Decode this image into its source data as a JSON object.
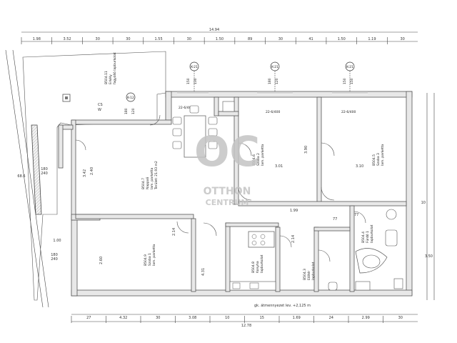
{
  "drawing": {
    "top_total_dim": "14.94",
    "top_dims": [
      "1.98",
      "3.52",
      "30",
      "30",
      "1.55",
      "30",
      "1.50",
      "89",
      "30",
      "41",
      "1.50",
      "1.19",
      "30"
    ],
    "bottom_total_dim": "12.78",
    "bottom_dims": [
      "27",
      "4.32",
      "30",
      "3.08",
      "10",
      "15",
      "1.69",
      "24",
      "2.99",
      "30"
    ],
    "left_dims": [
      "68.6",
      "180",
      "240",
      "1.00",
      "180",
      "240"
    ],
    "right_dims": [
      "10",
      "3.50"
    ],
    "floor_height_note": "gk. átmennyezet lev. +2,125 m",
    "axis_tags": [
      "K-21",
      "K-21",
      "K-21",
      "K-12"
    ],
    "window_tags": [
      "150",
      "130",
      "180",
      "120",
      "150",
      "150",
      "180",
      "120"
    ],
    "parapet_notes": [
      "22-6/400",
      "22-6/400",
      "22-6/400"
    ],
    "watermark": {
      "logo": "OC",
      "line1": "OTTHON",
      "line2": "CENTRUM"
    },
    "rooms": [
      {
        "code": "B504.11",
        "name": "Erkély",
        "surface": "fagyálló lapburkolat"
      },
      {
        "code": "B504.7",
        "name": "Nappali",
        "surface": "lam. parketta",
        "note": "Terület: 21.93 m2"
      },
      {
        "code": "B504.6",
        "name": "Szoba 2",
        "surface": "lam. parketta"
      },
      {
        "code": "B504.5",
        "name": "Szoba 3",
        "surface": "lam. parketta"
      },
      {
        "code": "B504.9",
        "name": "Szoba 1",
        "surface": "lam. parketta"
      },
      {
        "code": "B504.8",
        "name": "Konyha",
        "surface": "lapburkolat"
      },
      {
        "code": "B504.3",
        "name": "Előtér",
        "surface": "lapburkolat"
      },
      {
        "code": "B504.4",
        "name": "Fürdő 1",
        "surface": "lapburkolat"
      }
    ],
    "misc_labels": [
      "CS",
      "W",
      "2.40",
      "3.42",
      "3.01",
      "3.10",
      "3.90",
      "1.99",
      "2.14",
      "2.14",
      "77",
      "77",
      "2.60",
      "4.31"
    ]
  }
}
